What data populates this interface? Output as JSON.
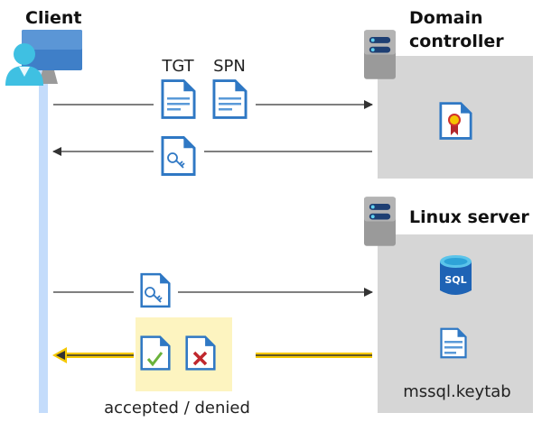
{
  "client": {
    "title": "Client"
  },
  "domain_controller": {
    "title_line1": "Domain",
    "title_line2": "controller"
  },
  "linux_server": {
    "title": "Linux server",
    "sql_label": "SQL",
    "keytab_label": "mssql.keytab"
  },
  "messages": {
    "tgt_label": "TGT",
    "spn_label": "SPN",
    "result_label": "accepted / denied"
  },
  "colors": {
    "client_lifeline": "#c4dcfb",
    "server_box": "#d6d6d6",
    "highlight": "#fdf4c0",
    "highlight_arrow": "#f5c800",
    "document_blue": "#2f78c4"
  }
}
